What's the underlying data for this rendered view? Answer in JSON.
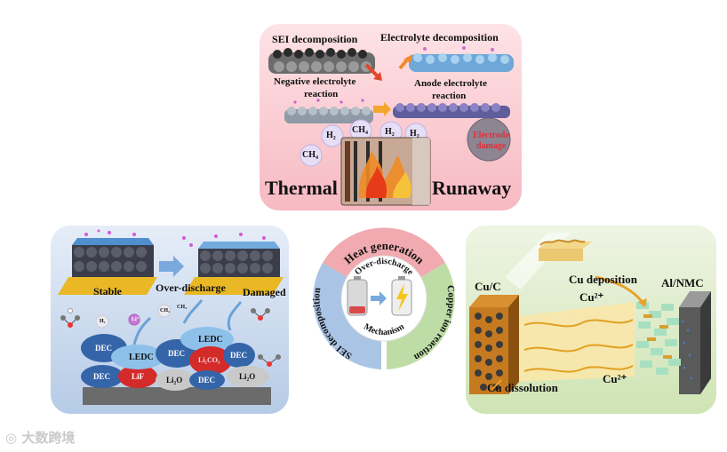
{
  "thermal": {
    "sei_decomposition": "SEI decomposition",
    "electrolyte_decomposition": "Electrolyte decomposition",
    "negative_reaction_l1": "Negative electrolyte",
    "negative_reaction_l2": "reaction",
    "anode_reaction_l1": "Anode electrolyte",
    "anode_reaction_l2": "reaction",
    "gas_h2_a": "H₂",
    "gas_ch4_a": "CH₄",
    "gas_h2_b": "H₂",
    "gas_h2_c": "H₂",
    "gas_ch4_b": "CH₄",
    "electrode_damage_l1": "Electrode",
    "electrode_damage_l2": "damage",
    "title_left": "Thermal",
    "title_right": "Runaway"
  },
  "sei": {
    "stable": "Stable",
    "over_discharge": "Over-discharge",
    "damaged": "Damaged",
    "ledc_top": "LEDC",
    "ledc_left": "LEDC",
    "dec_1": "DEC",
    "dec_2": "DEC",
    "dec_3": "DEC",
    "dec_4": "DEC",
    "dec_5": "DEC",
    "lif": "LiF",
    "li2o_1": "Li₂O",
    "li2o_2": "Li₂O",
    "li2co3": "Li₂CO₃",
    "ch4_1": "CH₄",
    "ch4_2": "CH₄",
    "h2": "H₂",
    "li_plus": "Li⁺"
  },
  "copper": {
    "cu_c": "Cu/C",
    "cu_deposition": "Cu deposition",
    "al_nmc": "Al/NMC",
    "cu2_top": "Cu²⁺",
    "cu2_bottom": "Cu²⁺",
    "cu_dissolution": "Cu dissolution"
  },
  "center": {
    "heat_generation": "Heat generation",
    "over_discharge": "Over-discharge",
    "mechanism": "Mechanism",
    "sei_decomposition": "SEI decomposition",
    "copper_ion_reaction": "Copper ion reaction"
  },
  "watermark": "大数跨境",
  "colors": {
    "top_panel": "#f7b9c2",
    "left_panel": "#b6cbe6",
    "right_panel": "#cfe4b4",
    "ring_red": "#f0aab0",
    "ring_blue": "#aac4e6",
    "ring_green": "#bedda6"
  }
}
